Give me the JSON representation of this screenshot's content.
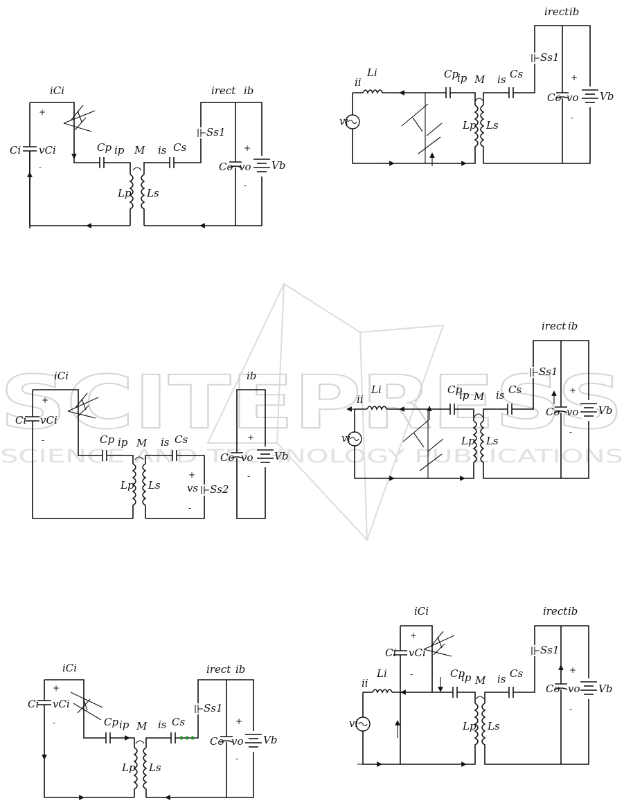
{
  "watermark": {
    "brand": "SCITEPRESS",
    "tagline": "SCIENCE AND TECHNOLOGY PUBLICATIONS"
  },
  "labels": {
    "i_ci": "iCi",
    "c_i": "Ci",
    "v_ci": "vCi",
    "c_p": "Cp",
    "i_p": "ip",
    "m": "M",
    "i_s": "is",
    "c_s": "Cs",
    "l_p": "Lp",
    "l_s": "Ls",
    "i_rect": "irect",
    "i_b": "ib",
    "s_s1": "Ss1",
    "s_s2": "Ss2",
    "c_o": "Co",
    "v_o": "vo",
    "v_b": "Vb",
    "v_s": "vs",
    "l_i": "Li",
    "i_i": "ii",
    "v_i": "vi",
    "plus": "+",
    "minus": "-"
  }
}
